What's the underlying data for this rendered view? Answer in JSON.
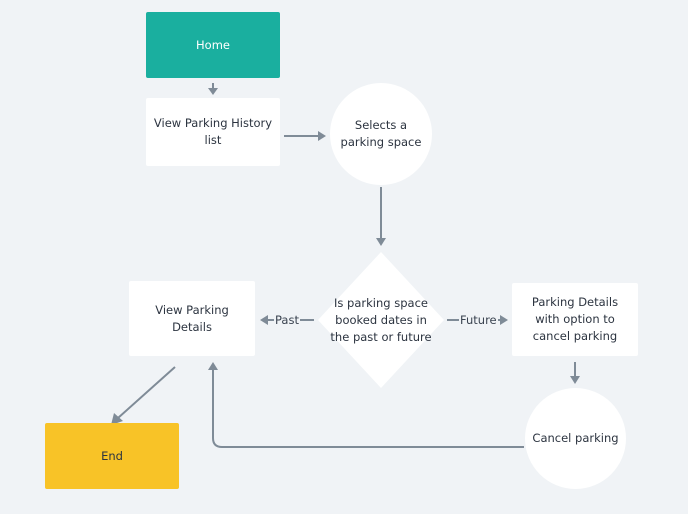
{
  "nodes": {
    "home": "Home",
    "history": "View Parking History list",
    "selects": "Selects a parking space",
    "decision": "Is parking space booked dates in the past or future",
    "view_details": "View Parking Details",
    "details_cancel": "Parking Details with option to cancel parking",
    "cancel": "Cancel parking",
    "end": "End"
  },
  "edge_labels": {
    "past": "Past",
    "future": "Future"
  },
  "colors": {
    "home": "#1aaf9f",
    "end": "#f8c327",
    "node": "#ffffff",
    "edge": "#7f8b97",
    "background": "#f0f3f6"
  }
}
